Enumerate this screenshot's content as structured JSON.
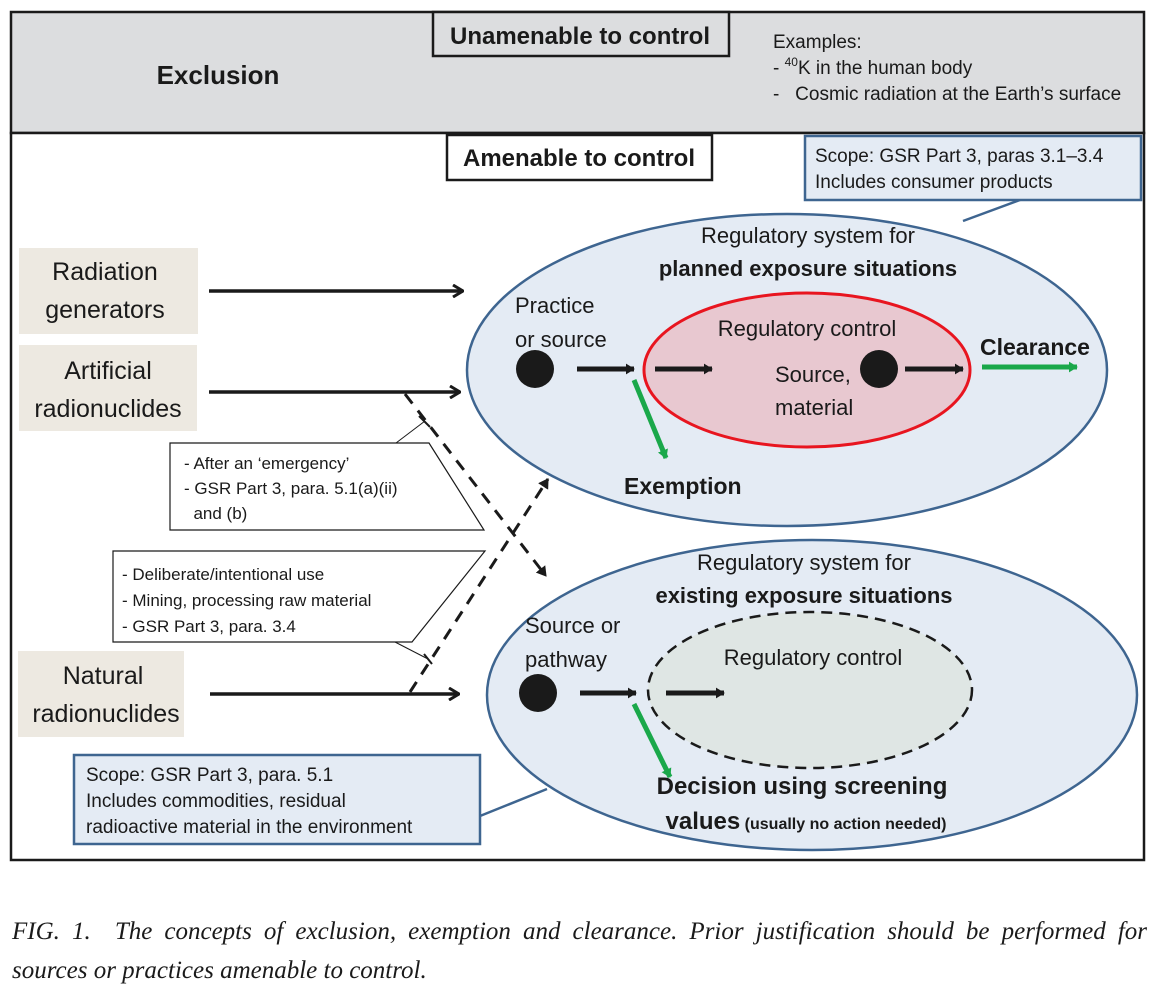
{
  "colors": {
    "exclusion_bg": "#dcdddf",
    "ellipse_fill": "#e4ebf4",
    "ellipse_stroke": "#3e6590",
    "reg_control_fill": "#e8c8d0",
    "reg_control_stroke": "#e8151f",
    "existing_control_fill": "#dfe6e4",
    "source_box_bg": "#ede9e1",
    "green_arrow": "#1aa84a",
    "scope_box_fill": "#e4ebf4"
  },
  "exclusion": {
    "title": "Exclusion",
    "unamenable_label": "Unamenable to control",
    "examples_title": "Examples:",
    "example_1_prefix": "- ",
    "example_1_sup": "40",
    "example_1_text": "K in the human body",
    "example_2": "-   Cosmic radiation at the Earth’s surface"
  },
  "amenable": {
    "label": "Amenable to control"
  },
  "sources": [
    {
      "line1": "Radiation",
      "line2": "generators"
    },
    {
      "line1": "Artificial",
      "line2": "radionuclides"
    },
    {
      "line1": "Natural",
      "line2": "radionuclides"
    }
  ],
  "planned": {
    "scope_line1": "Scope: GSR Part 3, paras 3.1–3.4",
    "scope_line2": "Includes consumer products",
    "title_line1": "Regulatory system for",
    "title_line2": "planned exposure situations",
    "practice_line1": "Practice",
    "practice_line2": "or source",
    "reg_control": "Regulatory control",
    "source_line1": "Source,",
    "source_line2": "material",
    "clearance": "Clearance",
    "exemption": "Exemption"
  },
  "existing": {
    "scope_line1": "Scope: GSR Part 3, para. 5.1",
    "scope_line2": "Includes commodities, residual",
    "scope_line3": "radioactive material in the environment",
    "title_line1": "Regulatory system for",
    "title_line2": "existing exposure situations",
    "source_line1": "Source or",
    "source_line2": "pathway",
    "reg_control": "Regulatory control",
    "decision_line1": "Decision using screening",
    "decision_line2_bold": "values",
    "decision_line2_note": " (usually no action needed)"
  },
  "callouts": {
    "emergency": [
      "- After an ‘emergency’",
      "- GSR Part 3, para. 5.1(a)(ii)",
      "  and (b)"
    ],
    "deliberate": [
      "- Deliberate/intentional use",
      "- Mining, processing raw material",
      "- GSR Part 3, para. 3.4"
    ]
  },
  "caption": {
    "fig": "FIG. 1.",
    "text": "The concepts of exclusion, exemption and clearance. Prior justification should be performed for sources or practices amenable to control."
  }
}
